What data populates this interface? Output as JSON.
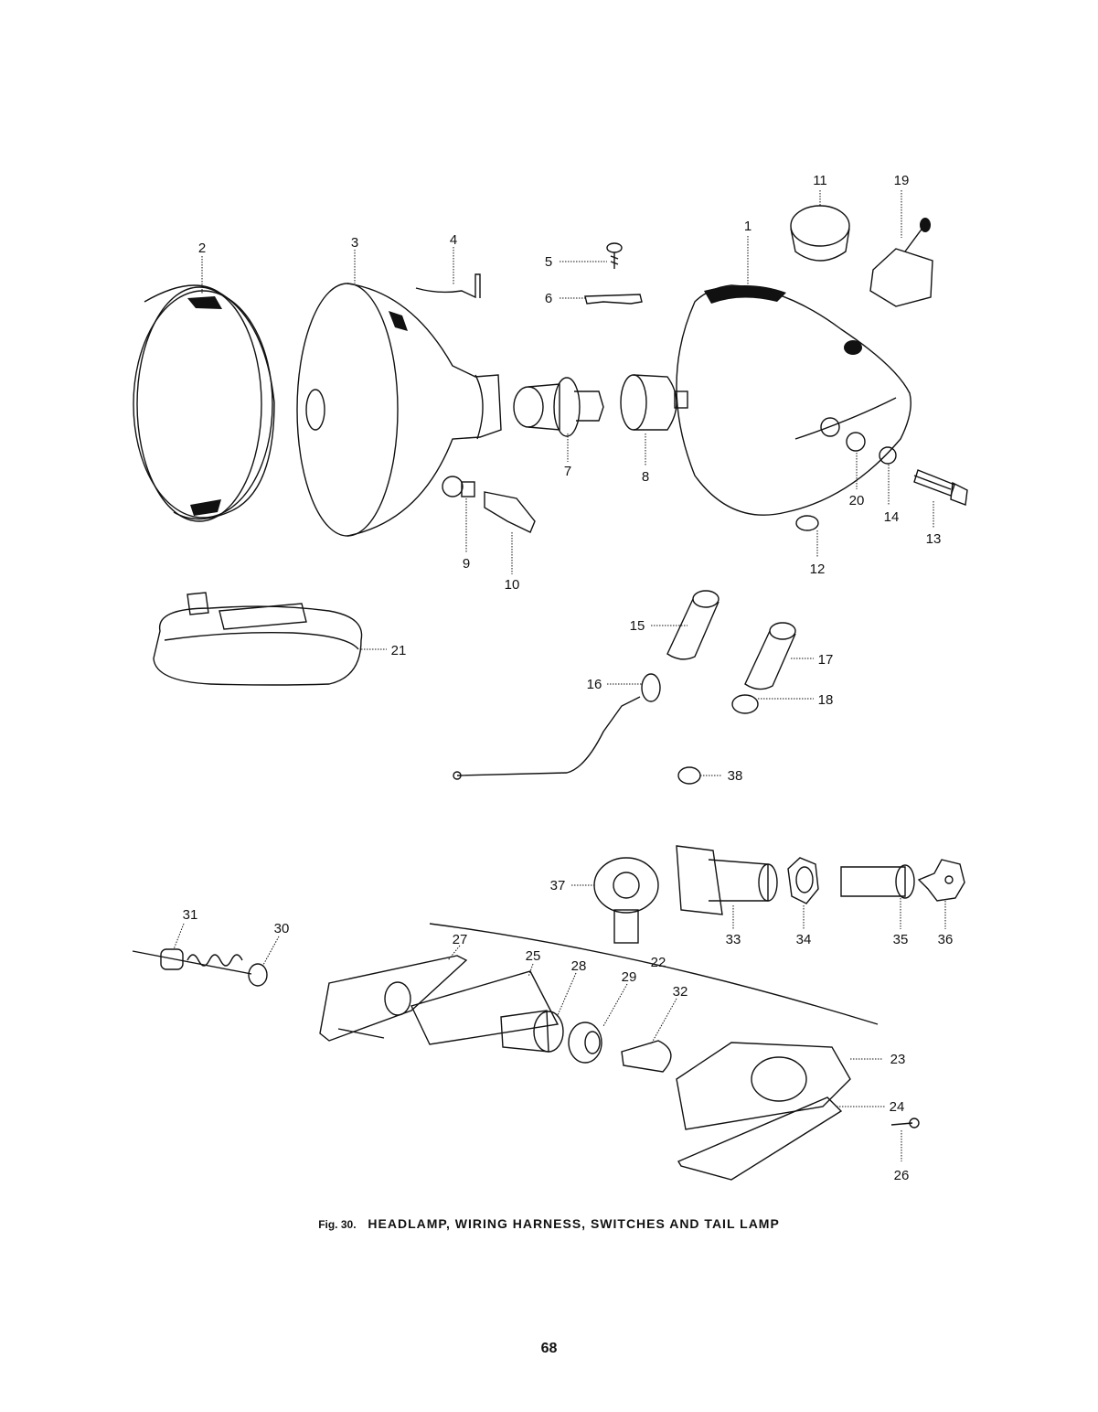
{
  "figure": {
    "number_label": "Fig. 30.",
    "title": "HEADLAMP, WIRING HARNESS, SWITCHES AND TAIL LAMP"
  },
  "page_number": "68",
  "callouts": [
    "1",
    "2",
    "3",
    "4",
    "5",
    "6",
    "7",
    "8",
    "9",
    "10",
    "11",
    "12",
    "13",
    "14",
    "15",
    "16",
    "17",
    "18",
    "19",
    "20",
    "21",
    "22",
    "23",
    "24",
    "25",
    "26",
    "27",
    "28",
    "29",
    "30",
    "31",
    "32",
    "33",
    "34",
    "35",
    "36",
    "37",
    "38"
  ]
}
